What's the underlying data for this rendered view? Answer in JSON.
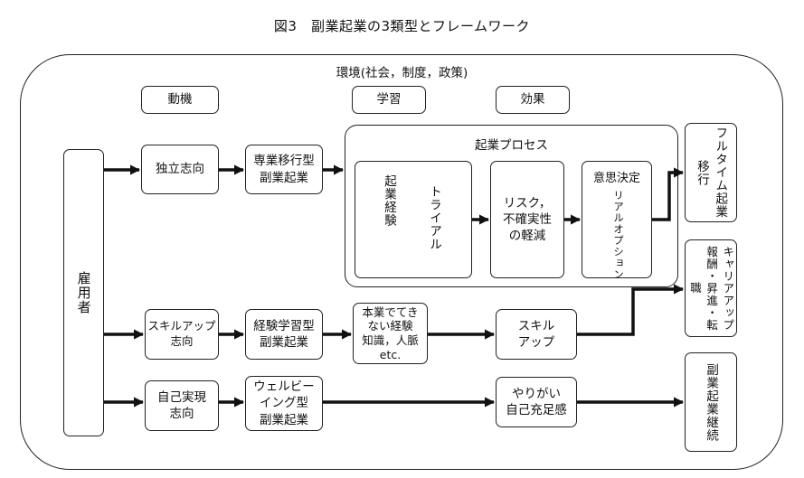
{
  "title": "図3　副業起業の3類型とフレームワーク",
  "environment": "環境(社会，制度，政策)",
  "headers": {
    "motive": "動機",
    "learning": "学習",
    "effect": "効果"
  },
  "employee": "雇用者",
  "motives": {
    "independence": "独立志向",
    "skillup": "スキルアップ\n志向",
    "selfreal": "自己実現\n志向"
  },
  "types": {
    "transition": "専業移行型\n副業起業",
    "experience": "経験学習型\n副業起業",
    "wellbeing": "ウェルビー\nイング型\n副業起業"
  },
  "process": {
    "title": "起業プロセス",
    "experience": "起業経験",
    "trial": "トライアル",
    "risk": "リスク，\n不確実性\nの軽減",
    "decision": "意思決定",
    "realoption": "リアルオプション"
  },
  "learning_mid": "本業でてき\nない経験\n知識，人脈\netc.",
  "effects_mid": {
    "skillup": "スキル\nアップ",
    "fulfil": "やりがい\n自己充足感"
  },
  "outcomes": {
    "fulltime": "フルタイム起業移行",
    "career": "キャリアアップ報酬・昇進・転職",
    "continue": "副業起業継続"
  }
}
